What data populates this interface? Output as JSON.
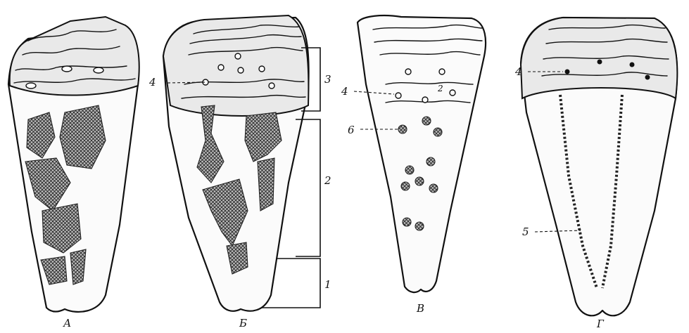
{
  "panels": [
    {
      "id": "A",
      "caption": "А"
    },
    {
      "id": "B",
      "caption": "Б"
    },
    {
      "id": "V",
      "caption": "В"
    },
    {
      "id": "G",
      "caption": "Г"
    }
  ],
  "callouts": {
    "n1": "1",
    "n2": "2",
    "n3": "3",
    "n4b": "4",
    "n4v": "4",
    "n4g": "4",
    "n5": "5",
    "n6": "6",
    "n2v": "2"
  },
  "colors": {
    "ink": "#111111",
    "paper": "#ffffff"
  }
}
